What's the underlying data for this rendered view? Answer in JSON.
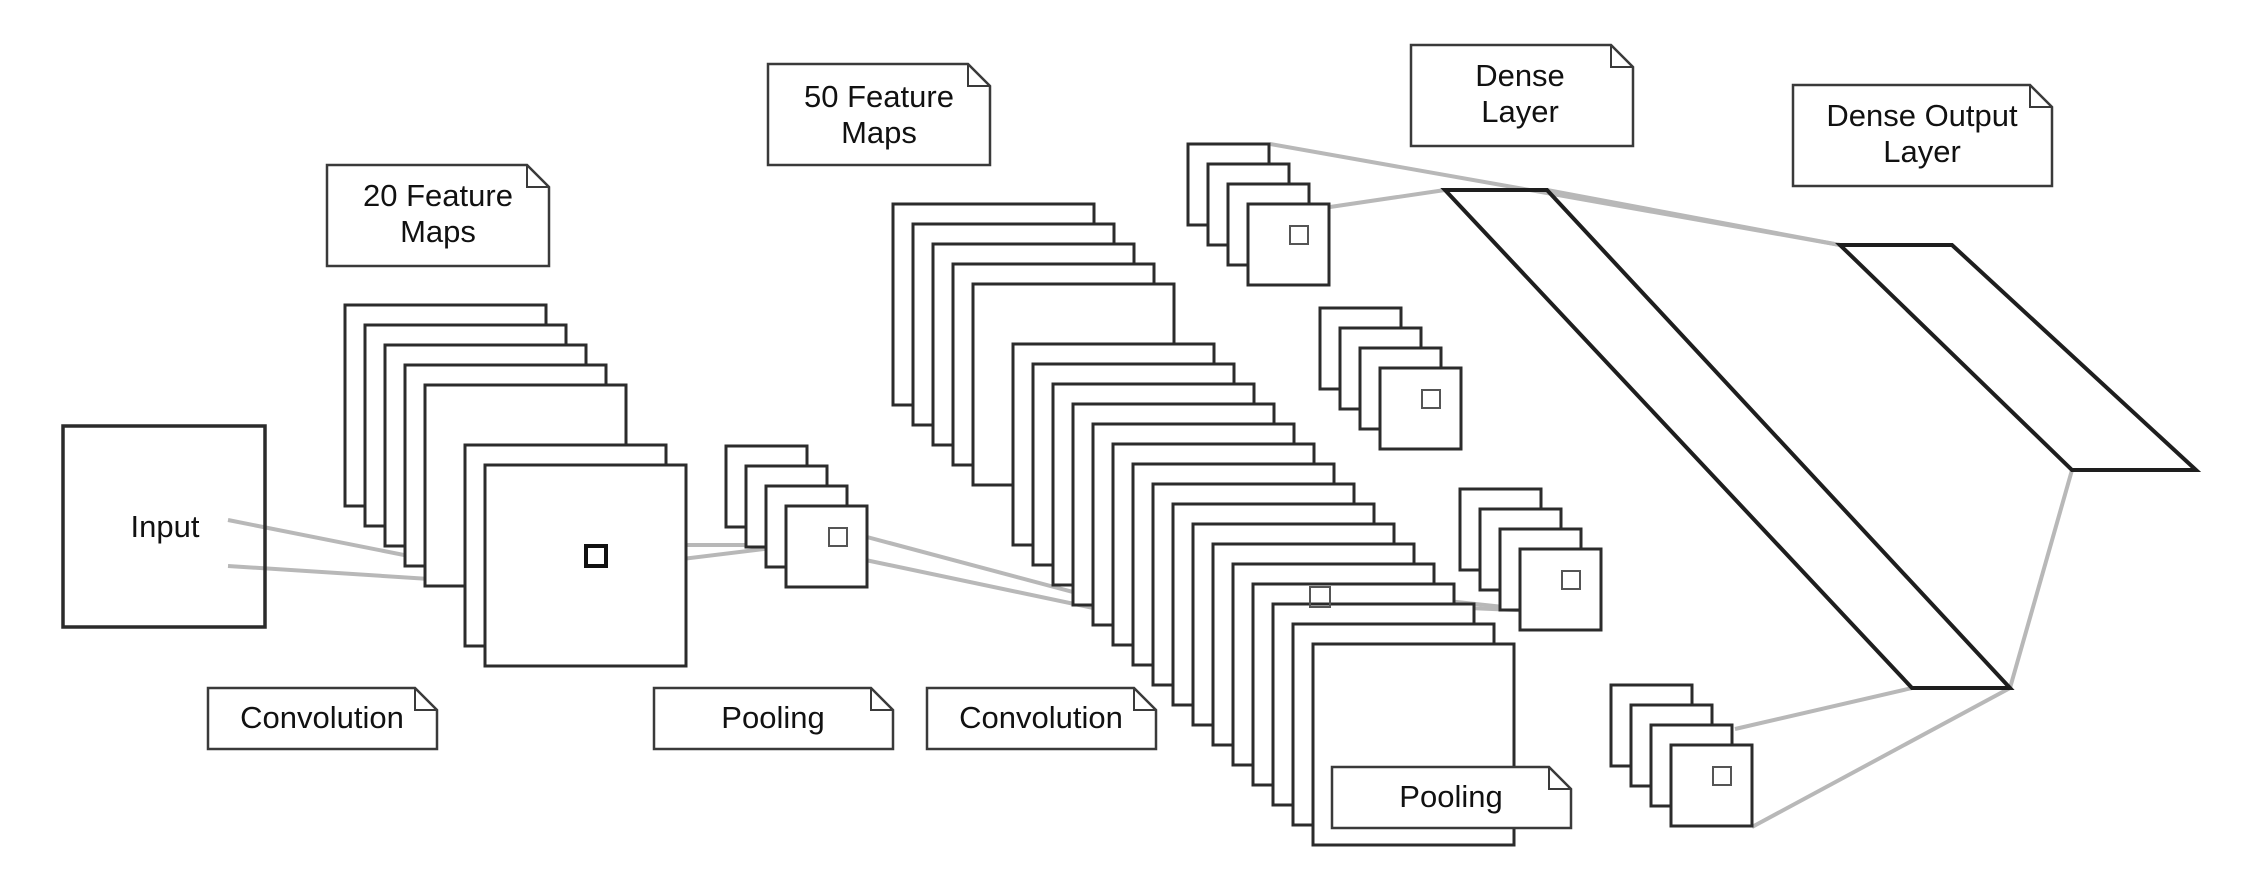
{
  "labels": {
    "input": "Input",
    "feature_maps_20": [
      "20 Feature",
      "Maps"
    ],
    "feature_maps_50": [
      "50 Feature",
      "Maps"
    ],
    "dense_layer": [
      "Dense",
      "Layer"
    ],
    "dense_output_layer": [
      "Dense Output",
      "Layer"
    ],
    "convolution_1": "Convolution",
    "pooling_1": "Pooling",
    "convolution_2": "Convolution",
    "pooling_2": "Pooling"
  },
  "colors": {
    "stroke": "#2b2b2b",
    "connector": "#b8b8b8",
    "note_stroke": "#3a3a3a",
    "background": "#ffffff"
  }
}
